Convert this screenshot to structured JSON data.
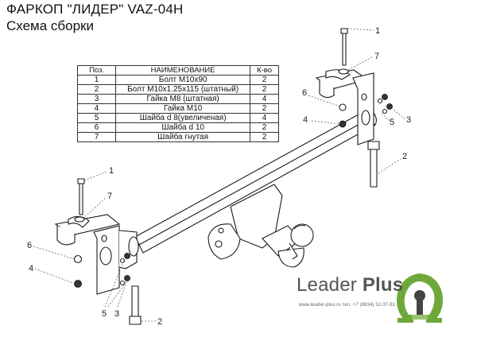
{
  "header": {
    "title": "ФАРКОП \"ЛИДЕР\" VAZ-04H",
    "subtitle": "Схема сборки"
  },
  "table": {
    "headers": {
      "pos": "Поз.",
      "name": "НАИМЕНОВАНИЕ",
      "qty": "К-во"
    },
    "rows": [
      {
        "pos": "1",
        "name": "Болт М10х90",
        "qty": "2"
      },
      {
        "pos": "2",
        "name": "Болт М10х1.25х115 (штатный)",
        "qty": "2"
      },
      {
        "pos": "3",
        "name": "Гайка  М8 (штатная)",
        "qty": "4"
      },
      {
        "pos": "4",
        "name": "Гайка  М10",
        "qty": "2"
      },
      {
        "pos": "5",
        "name": "Шайба d 8(увеличеная)",
        "qty": "4"
      },
      {
        "pos": "6",
        "name": "Шайба d 10",
        "qty": "2"
      },
      {
        "pos": "7",
        "name": "Шайба гнутая",
        "qty": "2"
      }
    ]
  },
  "callouts": {
    "c1a": "1",
    "c7a": "7",
    "c6a": "6",
    "c4a": "4",
    "c5a": "5",
    "c3a": "3",
    "c2a": "2",
    "c1b": "1",
    "c7b": "7",
    "c6b": "6",
    "c4b": "4",
    "c5b": "5",
    "c3b": "3",
    "c2b": "2"
  },
  "brand": {
    "name_regular": "Leader",
    "name_bold": "Plus",
    "contact": "www.leader-plus.ru    тел. +7 (8634) 32-37-91",
    "logo_colors": {
      "green": "#6fa83a",
      "dark": "#444444",
      "light": "#9ac46a"
    }
  }
}
